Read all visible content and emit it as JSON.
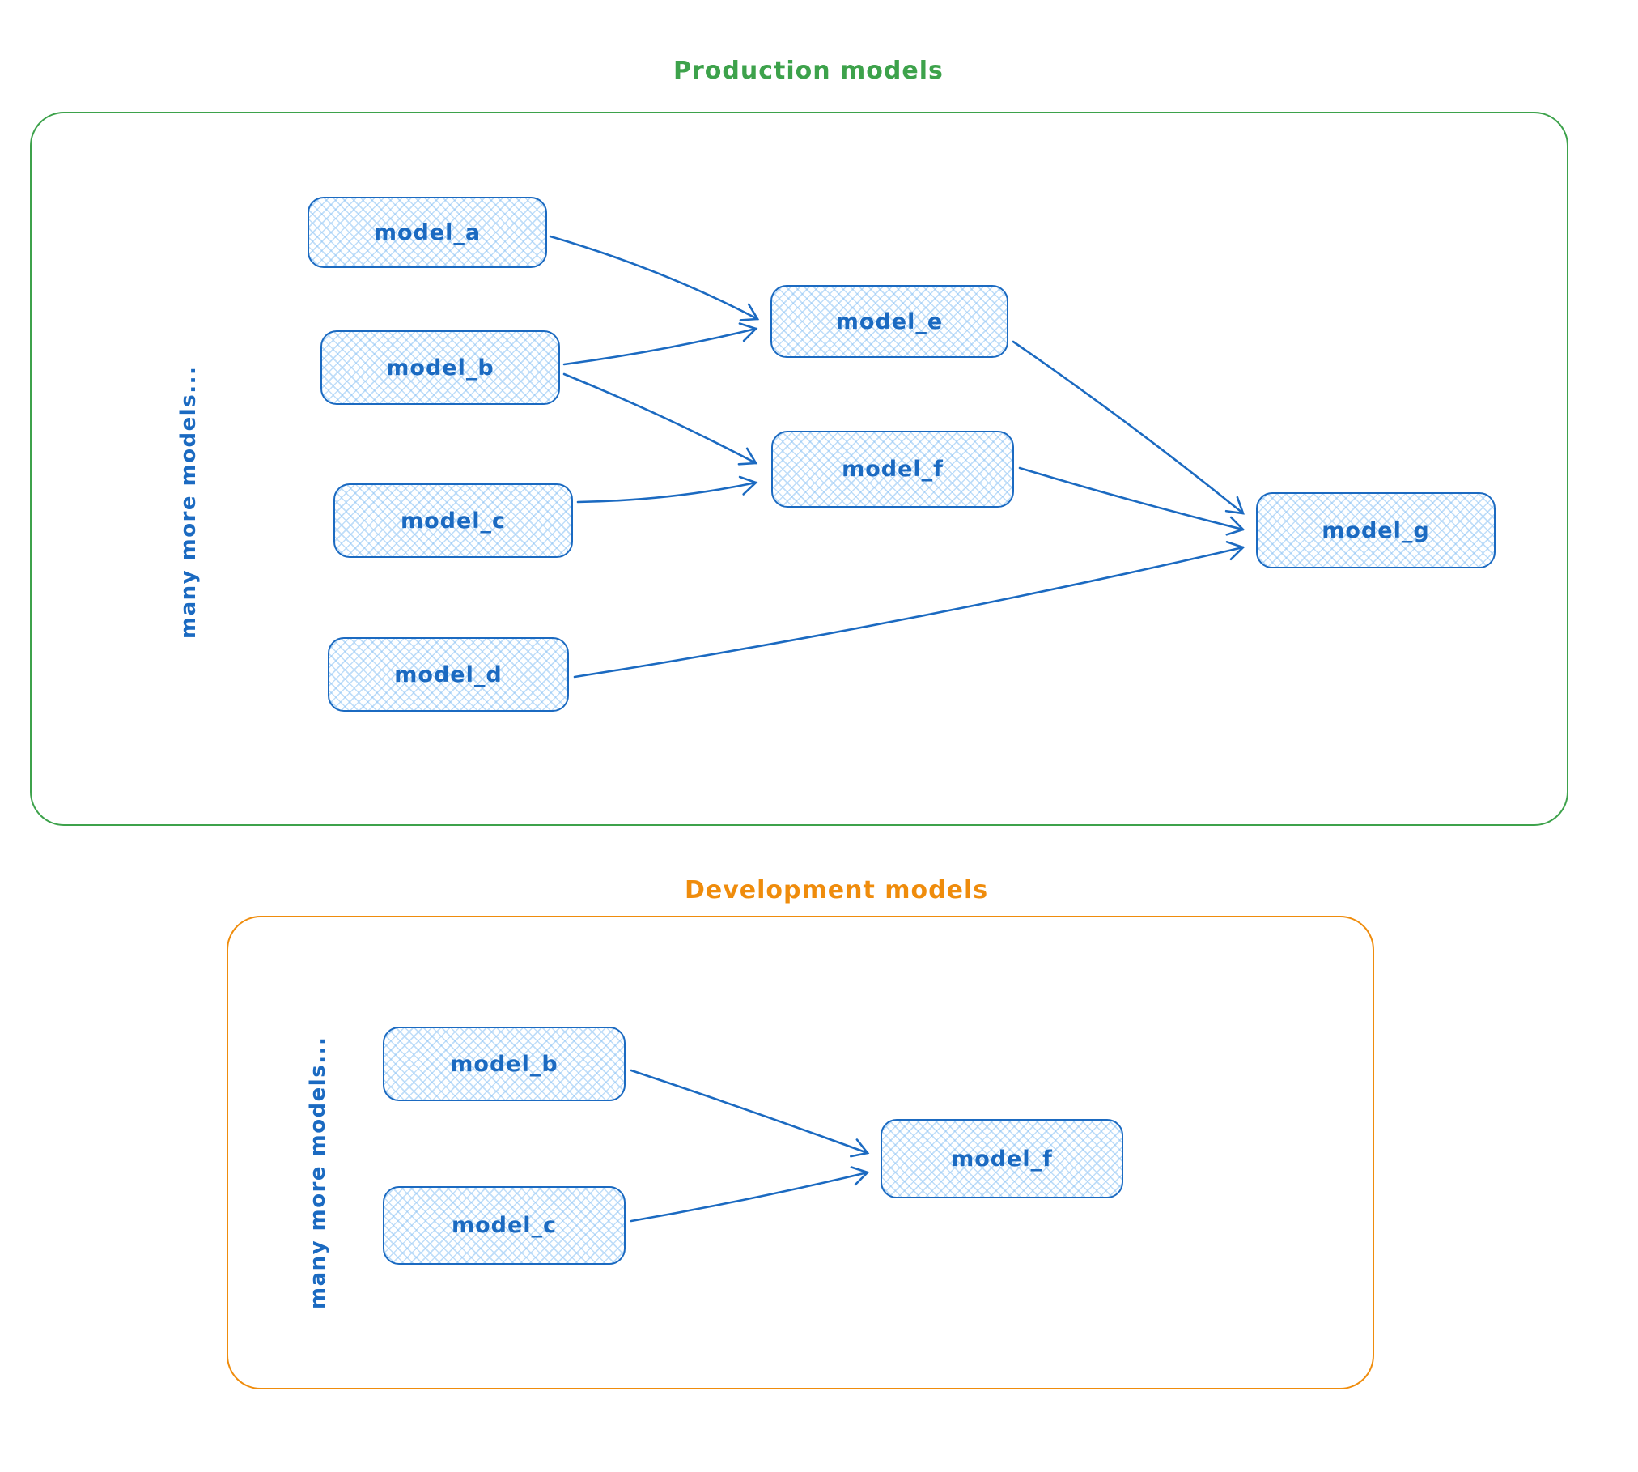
{
  "colors": {
    "node_stroke_blue": "#1b6ac1",
    "node_fill_light_blue": "#a5d8ff",
    "production_green": "#3da24b",
    "development_orange": "#ef8c0c"
  },
  "production": {
    "title": "Production models",
    "side_label": "many more models...",
    "nodes": {
      "a": "model_a",
      "b": "model_b",
      "c": "model_c",
      "d": "model_d",
      "e": "model_e",
      "f": "model_f",
      "g": "model_g"
    },
    "edges": [
      {
        "from": "model_a",
        "to": "model_e"
      },
      {
        "from": "model_b",
        "to": "model_e"
      },
      {
        "from": "model_b",
        "to": "model_f"
      },
      {
        "from": "model_c",
        "to": "model_f"
      },
      {
        "from": "model_e",
        "to": "model_g"
      },
      {
        "from": "model_f",
        "to": "model_g"
      },
      {
        "from": "model_d",
        "to": "model_g"
      }
    ]
  },
  "development": {
    "title": "Development models",
    "side_label": "many more models...",
    "nodes": {
      "b": "model_b",
      "c": "model_c",
      "f": "model_f"
    },
    "edges": [
      {
        "from": "model_b",
        "to": "model_f"
      },
      {
        "from": "model_c",
        "to": "model_f"
      }
    ]
  }
}
